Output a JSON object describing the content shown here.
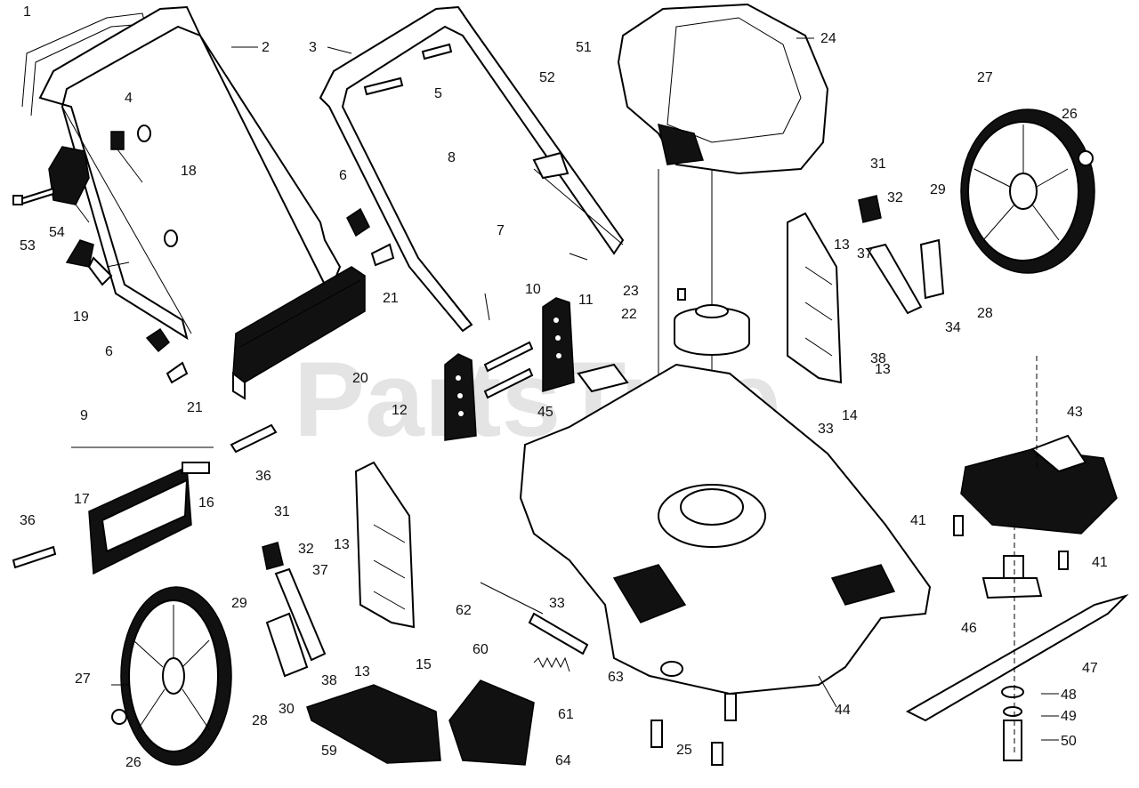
{
  "diagram": {
    "watermark": "PartsTree",
    "callouts": [
      "1",
      "2",
      "3",
      "4",
      "5",
      "6",
      "6",
      "7",
      "8",
      "9",
      "10",
      "11",
      "12",
      "13",
      "13",
      "13",
      "13",
      "14",
      "15",
      "16",
      "17",
      "18",
      "19",
      "20",
      "21",
      "21",
      "22",
      "23",
      "24",
      "25",
      "26",
      "26",
      "27",
      "27",
      "28",
      "28",
      "29",
      "29",
      "30",
      "31",
      "31",
      "32",
      "32",
      "33",
      "33",
      "34",
      "36",
      "36",
      "37",
      "37",
      "38",
      "38",
      "41",
      "41",
      "43",
      "44",
      "45",
      "46",
      "47",
      "48",
      "49",
      "50",
      "51",
      "52",
      "53",
      "54",
      "59",
      "60",
      "61",
      "62",
      "63",
      "64"
    ]
  }
}
